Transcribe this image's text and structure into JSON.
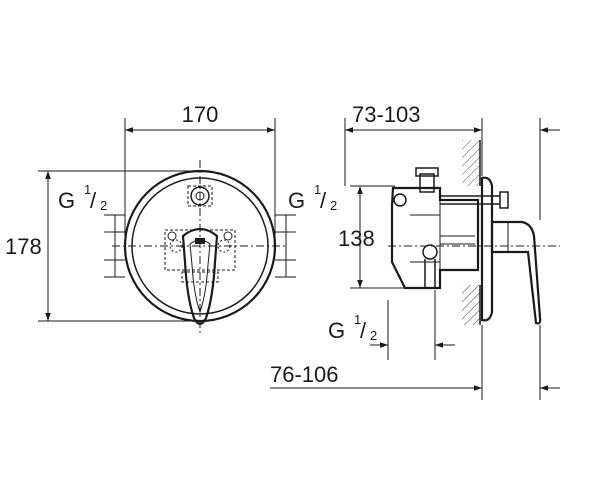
{
  "dimensions": {
    "width_front": "170",
    "height_front": "178",
    "depth_range_top": "73-103",
    "height_side": "138",
    "depth_range_bottom": "76-106"
  },
  "thread_labels": {
    "prefix": "G",
    "num": "1",
    "den": "2"
  },
  "colors": {
    "line": "#1a1a1a",
    "background": "#ffffff"
  }
}
